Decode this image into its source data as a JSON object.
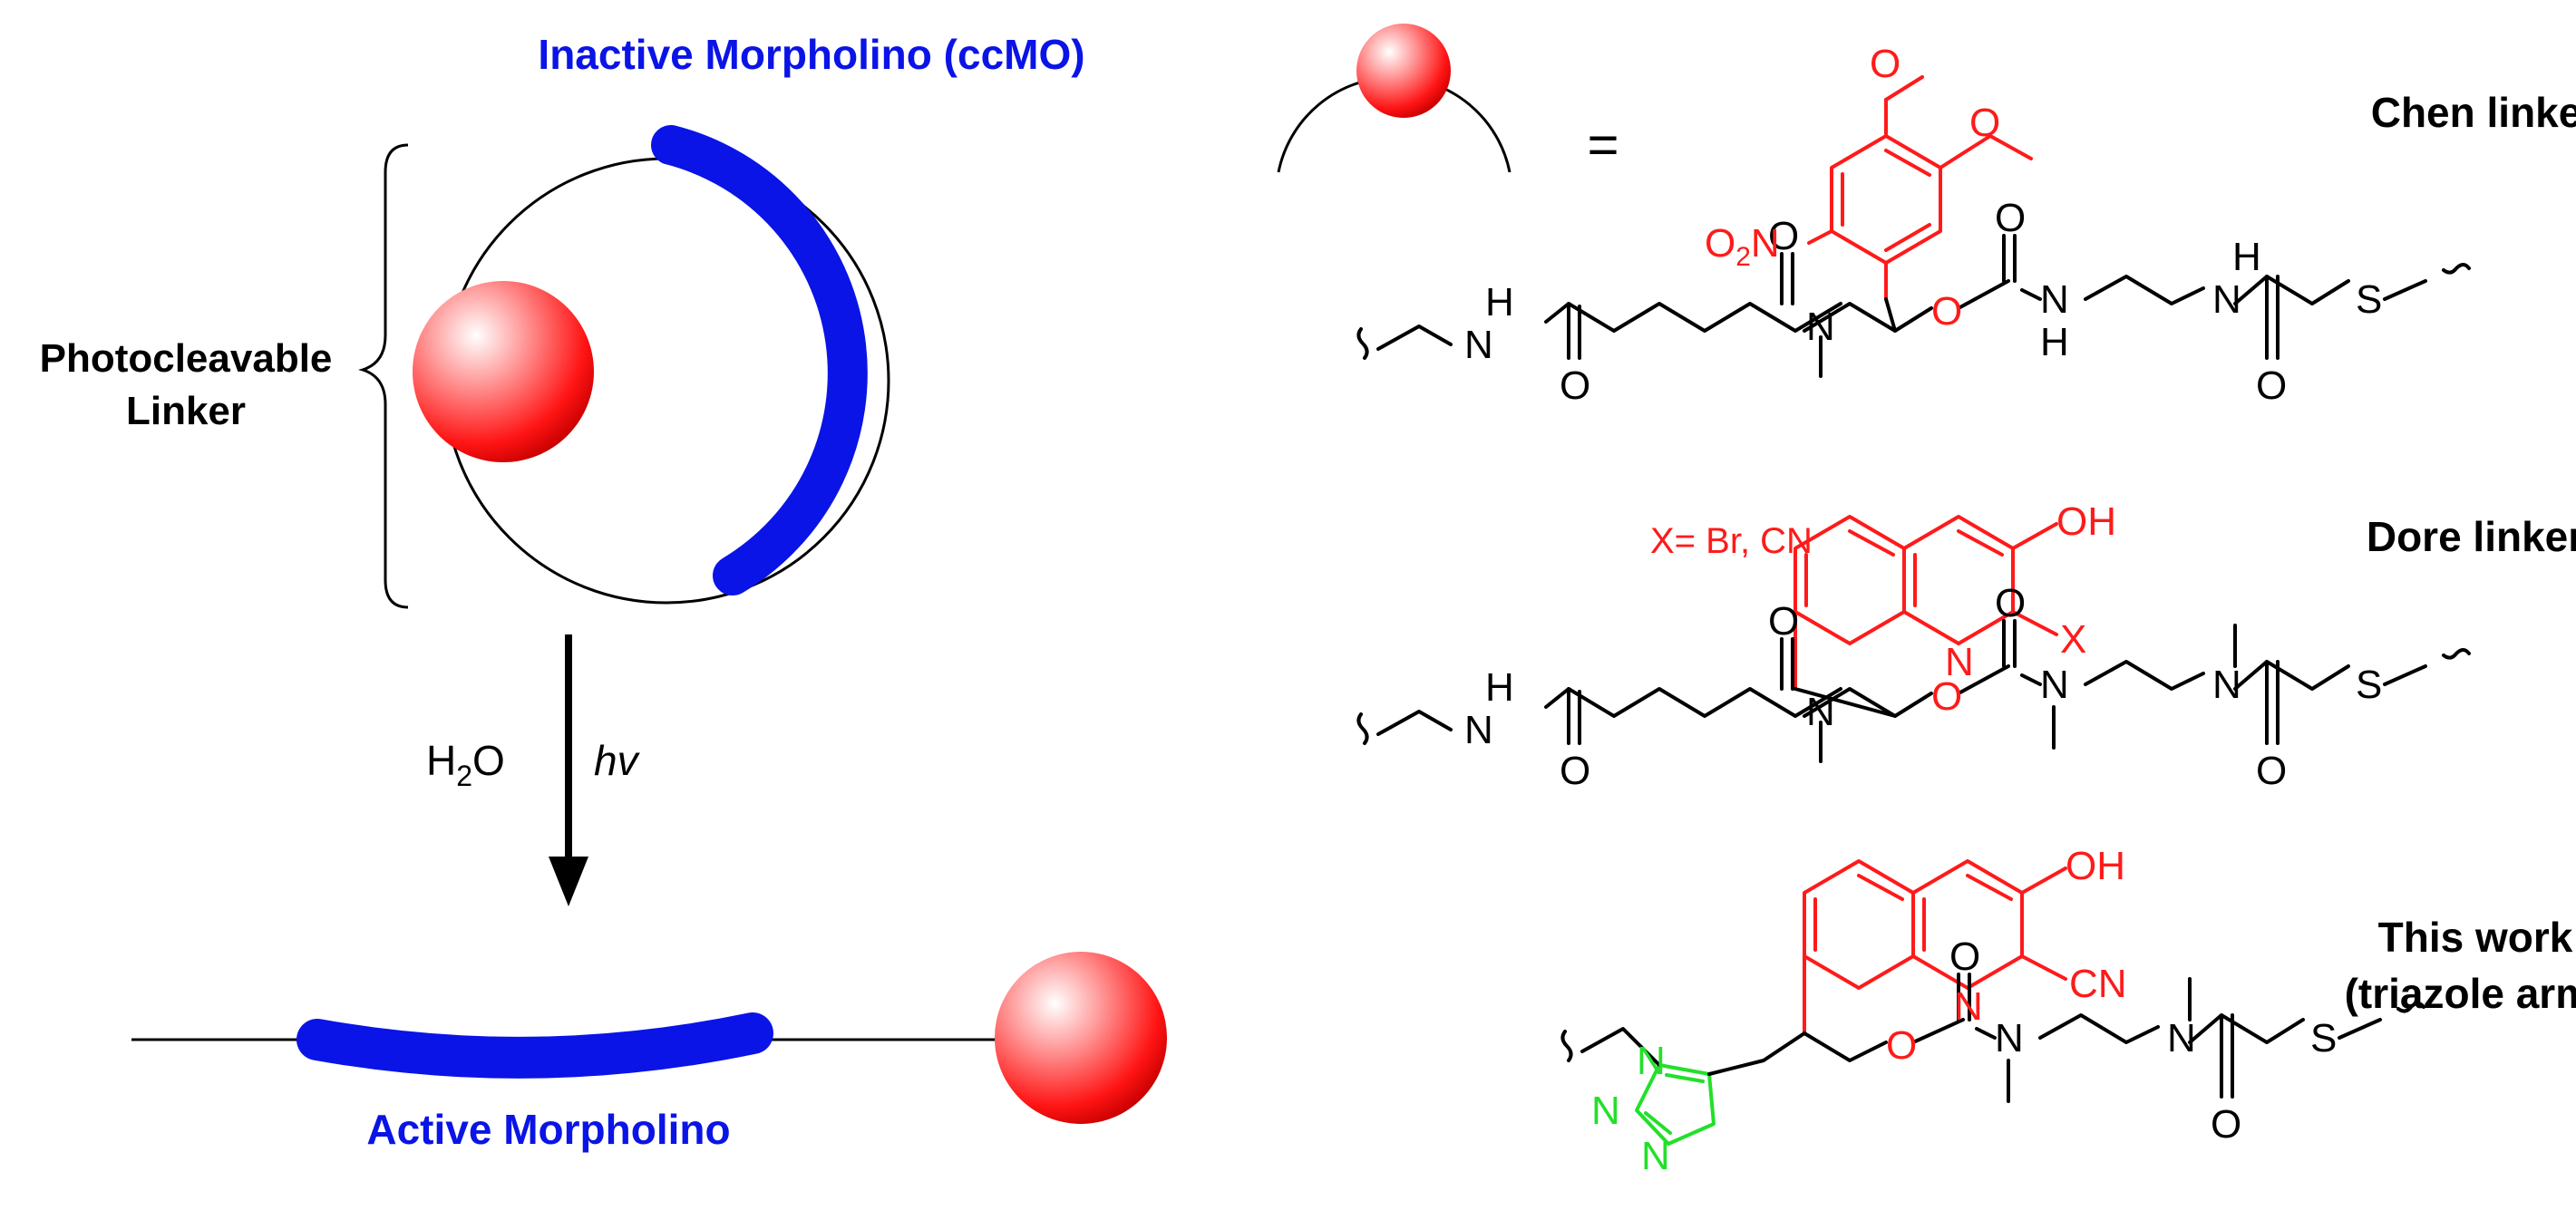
{
  "colors": {
    "morpholino": "#0a14e6",
    "linker_red": "#ff1a1a",
    "triazole_green": "#22e02a",
    "bond": "#000000"
  },
  "left": {
    "inactive_title": "Inactive Morpholino (ccMO)",
    "bracket_label_line1": "Photocleavable",
    "bracket_label_line2": "Linker",
    "water_label": "H",
    "water_sub": "2",
    "water_tail": "O",
    "light_label": "hv",
    "active_title": "Active Morpholino"
  },
  "right": {
    "equals": "=",
    "chen": {
      "name": "Chen linker",
      "atoms": {
        "o": "O",
        "n": "N",
        "h": "H",
        "s": "S",
        "no2_o": "O",
        "no2_sub": "2",
        "no2_n": "N"
      }
    },
    "dore": {
      "name": "Dore linker",
      "substituent_note": "X= Br, CN",
      "atoms": {
        "o": "O",
        "n": "N",
        "h": "H",
        "s": "S",
        "oh": "OH",
        "x": "X"
      }
    },
    "this_work": {
      "name_line1": "This work",
      "name_line2": "(triazole arm)",
      "atoms": {
        "o": "O",
        "n": "N",
        "s": "S",
        "oh": "OH",
        "cn": "CN"
      }
    }
  }
}
